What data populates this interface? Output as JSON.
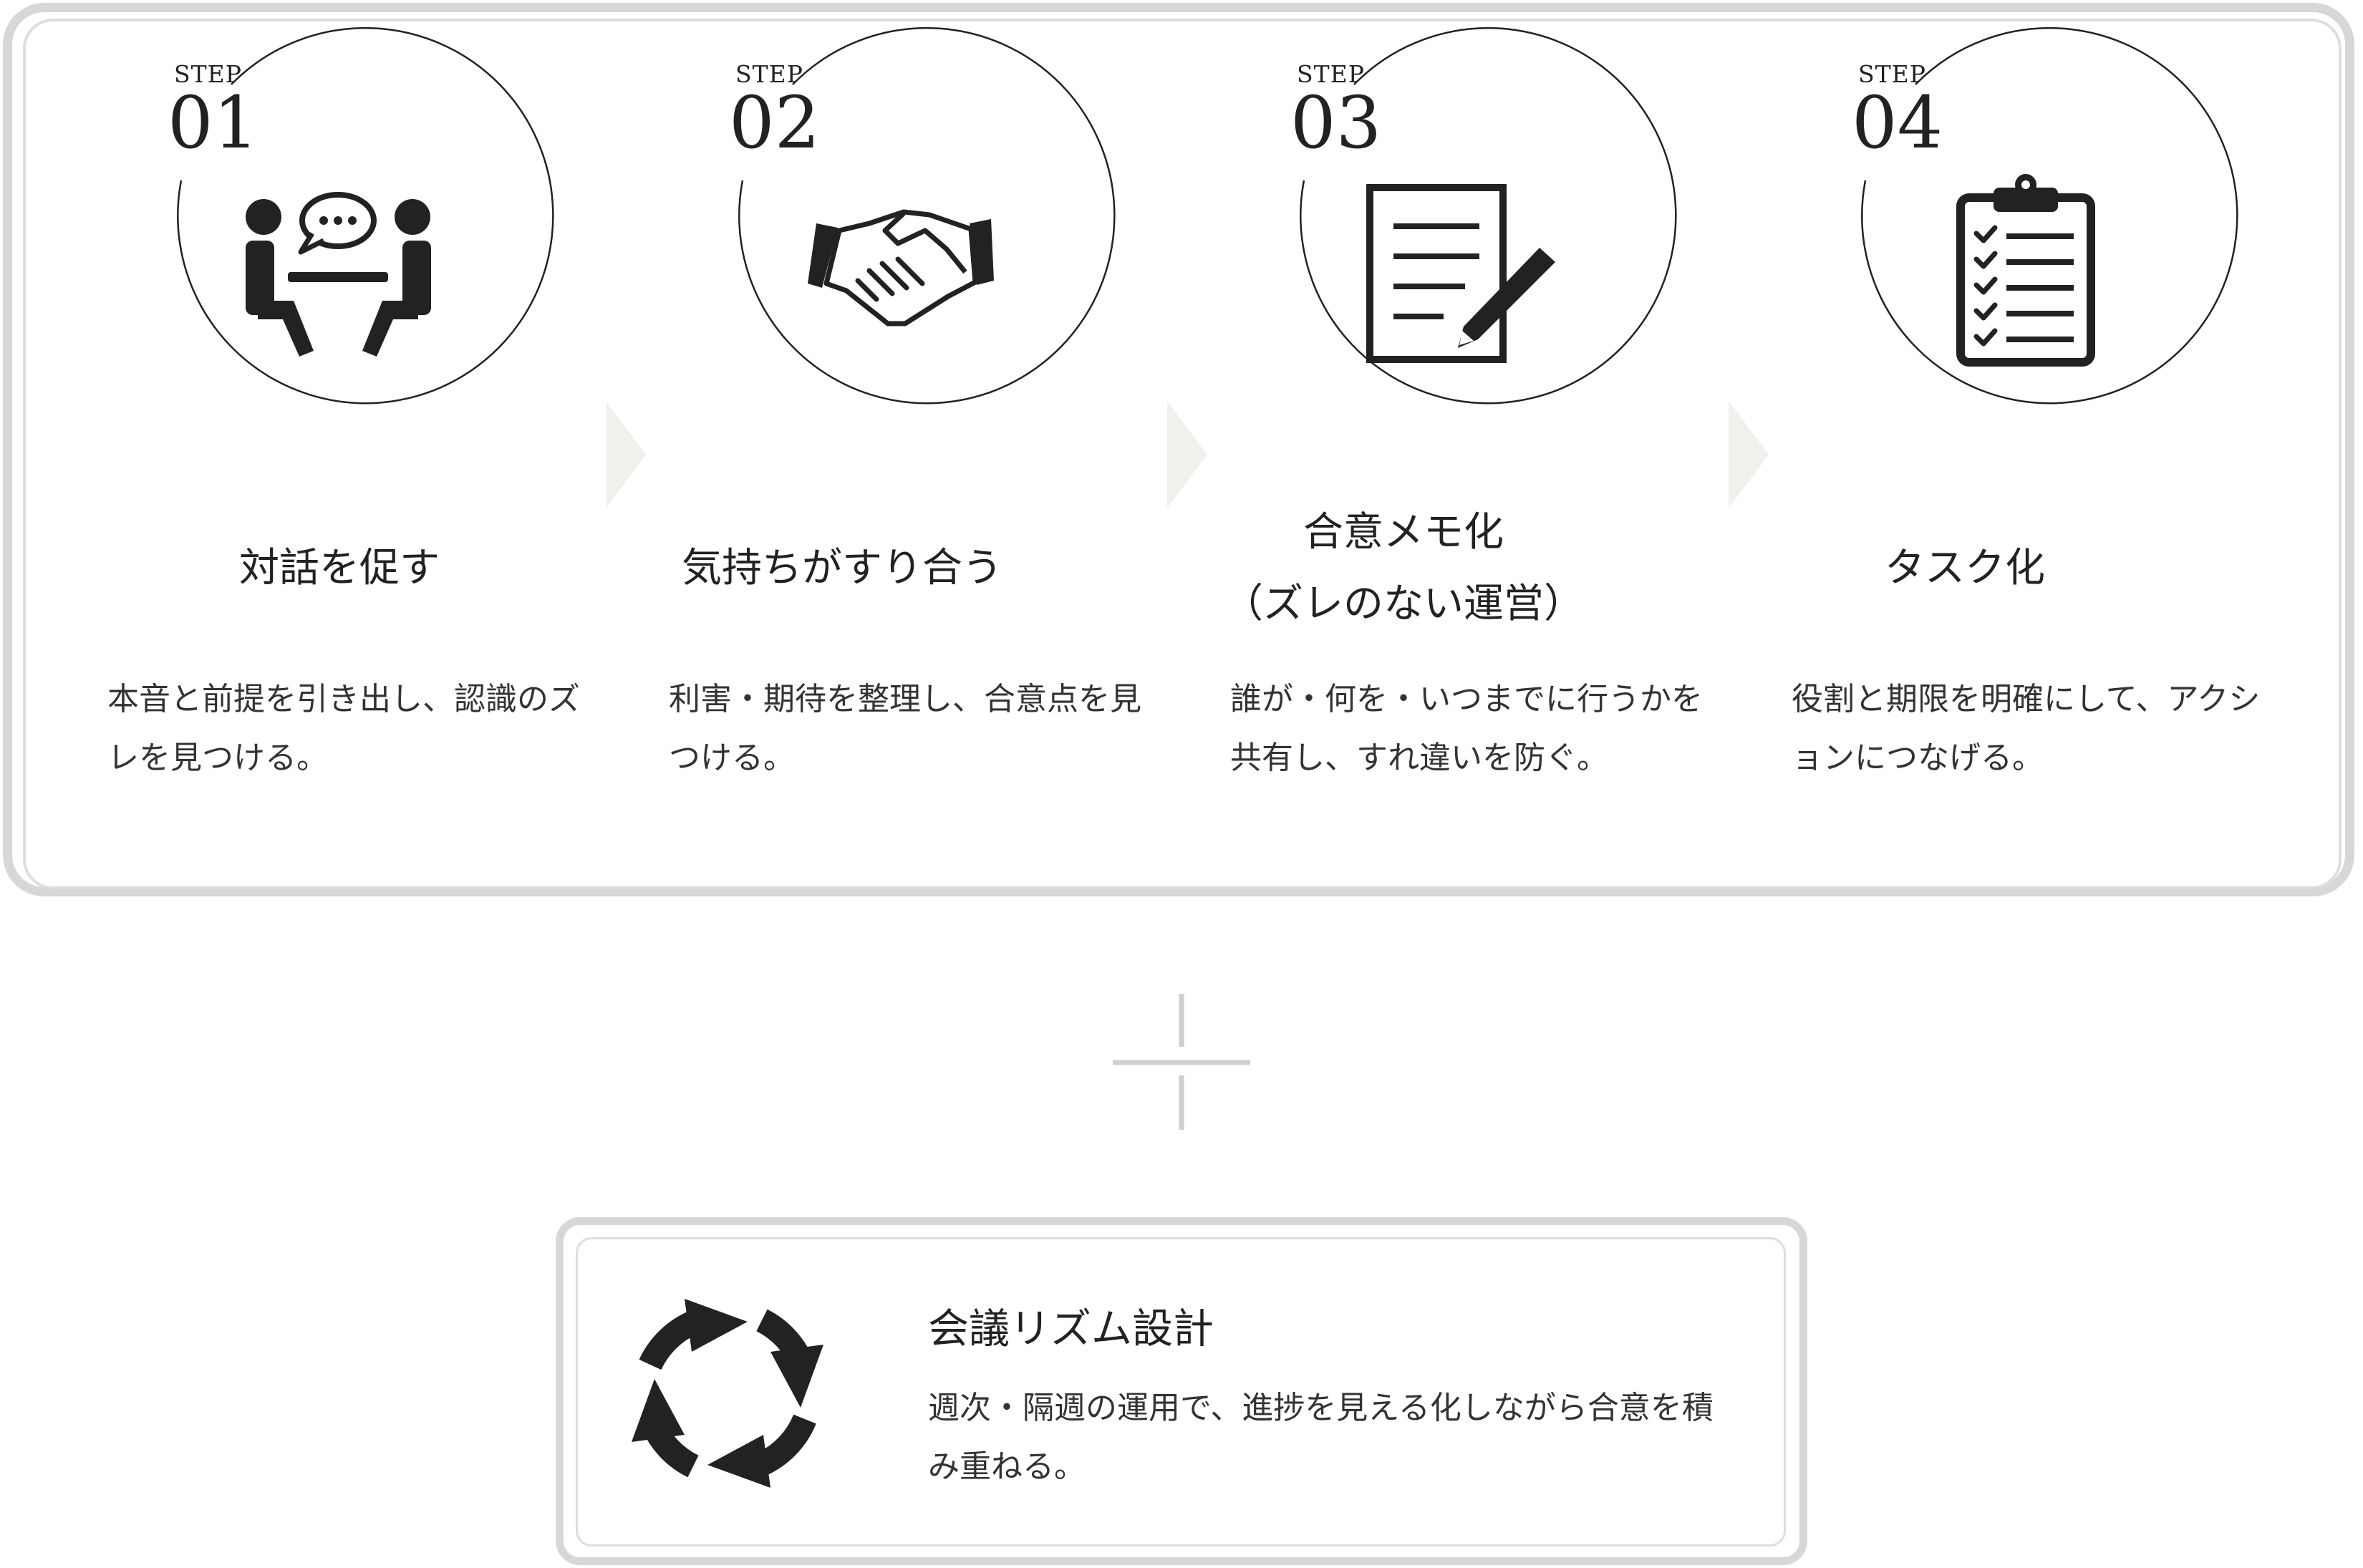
{
  "steps": [
    {
      "step_label": "STEP",
      "number": "01",
      "title_lines": [
        "対話を促す"
      ],
      "description": "本音と前提を引き出し、認識のズレを見つける。",
      "icon": "meeting-icon"
    },
    {
      "step_label": "STEP",
      "number": "02",
      "title_lines": [
        "気持ちがすり合う"
      ],
      "description": "利害・期待を整理し、合意点を見つける。",
      "icon": "handshake-icon"
    },
    {
      "step_label": "STEP",
      "number": "03",
      "title_lines": [
        "合意メモ化",
        "（ズレのない運営）"
      ],
      "description": "誰が・何を・いつまでに行うかを共有し、すれ違いを防ぐ。",
      "icon": "memo-pen-icon"
    },
    {
      "step_label": "STEP",
      "number": "04",
      "title_lines": [
        "タスク化"
      ],
      "description": "役割と期限を明確にして、アクションにつなげる。",
      "icon": "checklist-icon"
    }
  ],
  "rhythm": {
    "title": "会議リズム設計",
    "description": "週次・隔週の運用で、進捗を見える化しながら合意を積み重ねる。",
    "icon": "cycle-arrows-icon"
  },
  "colors": {
    "icon": "#222222",
    "frame": "#d7d7d7",
    "arrow": "#f0f0ec",
    "plus": "#cfcfcf"
  }
}
